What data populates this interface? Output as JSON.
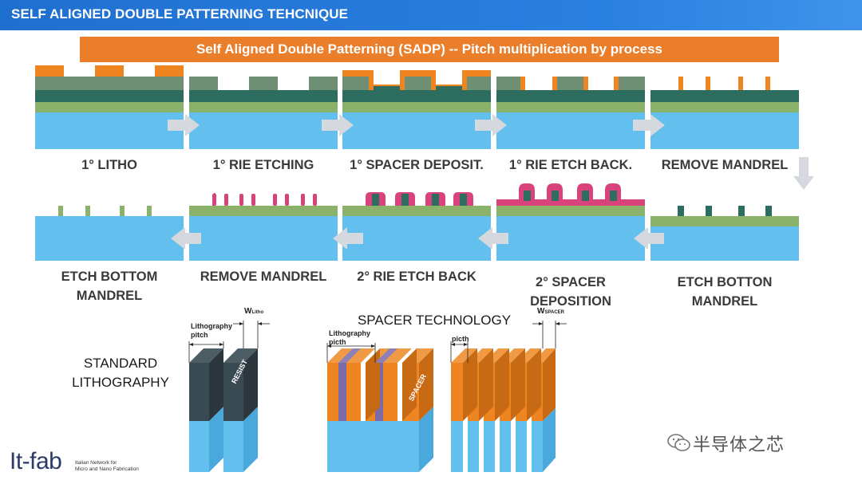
{
  "header": {
    "title": "SELF ALIGNED DOUBLE PATTERNING TEHCNIQUE"
  },
  "banner": {
    "text": "Self Aligned Double Patterning (SADP) -- Pitch multiplication by process"
  },
  "top_row_steps": [
    {
      "label": "1° LITHO"
    },
    {
      "label": "1° RIE ETCHING"
    },
    {
      "label": "1° SPACER DEPOSIT."
    },
    {
      "label": "1° RIE ETCH BACK."
    },
    {
      "label": "REMOVE MANDREL"
    }
  ],
  "bottom_row_steps": [
    {
      "label_line1": "ETCH BOTTOM",
      "label_line2": "MANDREL"
    },
    {
      "label_line1": "REMOVE MANDREL",
      "label_line2": ""
    },
    {
      "label_line1": "2° RIE ETCH BACK",
      "label_line2": ""
    },
    {
      "label_line1": "2° SPACER",
      "label_line2": "DEPOSITION"
    },
    {
      "label_line1": "ETCH BOTTON",
      "label_line2": "MANDREL"
    }
  ],
  "standard_litho": {
    "title_line1": "STANDARD",
    "title_line2": "LITHOGRAPHY",
    "pitch_line1": "Lithography",
    "pitch_line2": "pitch",
    "width_main": "W",
    "width_sub": "Litho",
    "material": "RESIST"
  },
  "spacer_tech": {
    "title": "SPACER TECHNOLOGY",
    "litho_pitch_line1": "Lithography",
    "litho_pitch_line2": "picth",
    "material": "SPACER",
    "pitch": "picth",
    "width_main": "W",
    "width_sub": "SPACER"
  },
  "logo": {
    "name": "It-fab",
    "subtitle_line1": "Italian Network for",
    "subtitle_line2": "Micro and Nano Fabrication"
  },
  "watermark": {
    "text": "半导体之芯"
  },
  "colors": {
    "title_bar": "#2a7fdd",
    "banner": "#ea7e2a",
    "substrate": "#62bfee",
    "green_layer": "#8ab26a",
    "dark_teal": "#2c6d5f",
    "mandrel_grey": "#6f8f74",
    "orange": "#ee8520",
    "pink": "#d8437c",
    "arrow": "#d5d8dc",
    "resist": "#3a4a52",
    "purple": "#7a6aa6"
  }
}
